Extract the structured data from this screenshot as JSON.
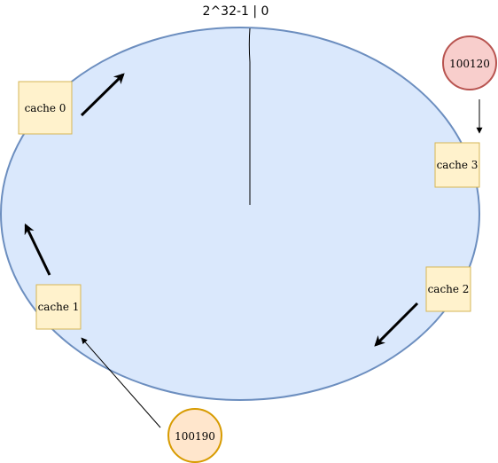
{
  "diagram": {
    "ring_label": "2^32-1 | 0",
    "caches": [
      {
        "id": "cache0",
        "label": "cache 0"
      },
      {
        "id": "cache1",
        "label": "cache 1"
      },
      {
        "id": "cache2",
        "label": "cache 2"
      },
      {
        "id": "cache3",
        "label": "cache 3"
      }
    ],
    "keys": [
      {
        "id": "key100120",
        "label": "100120"
      },
      {
        "id": "key100190",
        "label": "100190"
      }
    ],
    "colors": {
      "ring_fill": "#dae8fc",
      "ring_stroke": "#6c8ebf",
      "cache_fill": "#fff2cc",
      "cache_stroke": "#d6b656",
      "key_red_fill": "#f8cecc",
      "key_red_stroke": "#b85450",
      "key_orange_fill": "#ffe6cc",
      "key_orange_stroke": "#d79b00"
    }
  }
}
